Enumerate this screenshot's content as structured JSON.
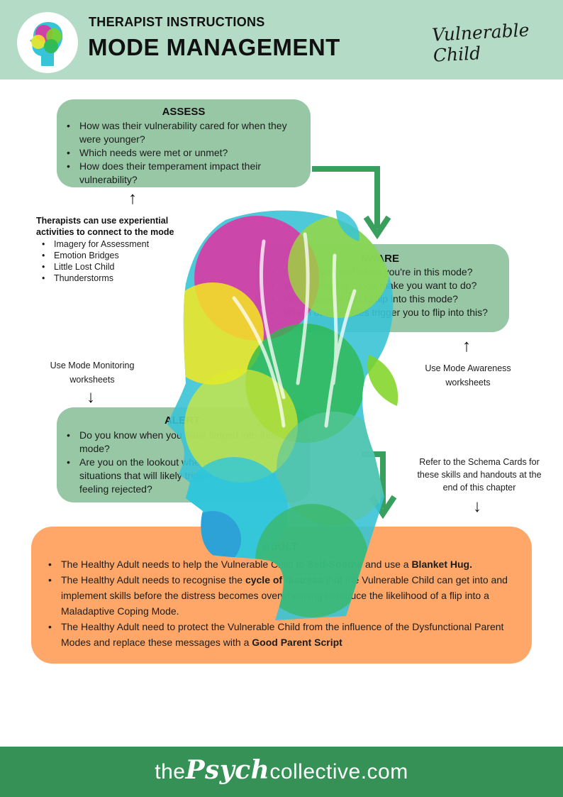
{
  "header": {
    "subtitle": "THERAPIST INSTRUCTIONS",
    "title": "MODE MANAGEMENT",
    "mode_name": "Vulnerable Child"
  },
  "assess": {
    "title": "ASSESS",
    "items": [
      "How was their vulnerability cared for when they were younger?",
      "Which needs were met or unmet?",
      "How does their temperament impact their vulnerability?"
    ]
  },
  "aware": {
    "title": "AWARE",
    "items": [
      "How do you feel when you're in this mode?",
      "What does this mode make you want to do?",
      "What triggers you to flip into this mode?",
      "Which other modes trigger you to flip into this?"
    ]
  },
  "alert": {
    "title": "ALERT",
    "items": [
      "Do you know when you have flipped into this mode?",
      "Are you on the lookout when you notice situations that will likely trigger this mode e.g. feeling rejected?"
    ]
  },
  "adult": {
    "title": "ADULT",
    "items": [
      {
        "pre": "The Healthy Adult needs to help the Vulnerable Child to ",
        "b1": "Self-Soothe",
        "mid": " and use a ",
        "b2": "Blanket Hug.",
        "post": ""
      },
      {
        "pre": "The Healthy Adult needs to recognise the ",
        "b1": "cycle of distress",
        "mid": " that the Vulnerable Child can get into and implement skills before the distress becomes overwhelming to reduce the likelihood of a flip into a Maladaptive Coping Mode.",
        "b2": "",
        "post": ""
      },
      {
        "pre": "The Healthy Adult need to protect the Vulnerable Child from the influence of the Dysfunctional Parent Modes and replace these messages with a ",
        "b1": "Good Parent Script",
        "mid": "",
        "b2": "",
        "post": ""
      }
    ]
  },
  "activities": {
    "title": "Therapists can use experiential activities to connect to the mode",
    "items": [
      "Imagery for Assessment",
      "Emotion Bridges",
      "Little Lost Child",
      "Thunderstorms"
    ]
  },
  "notes": {
    "monitoring": "Use Mode Monitoring worksheets",
    "awareness": "Use Mode Awareness worksheets",
    "schema_cards": "Refer to the Schema Cards for these skills and handouts at the end of this chapter"
  },
  "footer": {
    "pre": "the",
    "brand": "Psych",
    "post": "collective.com"
  },
  "colors": {
    "header_bg": "#b3dbc5",
    "green_box": "#7db98e",
    "orange_box": "#ffa05c",
    "arrow_green": "#2e8b57",
    "footer_bg": "#369156"
  }
}
